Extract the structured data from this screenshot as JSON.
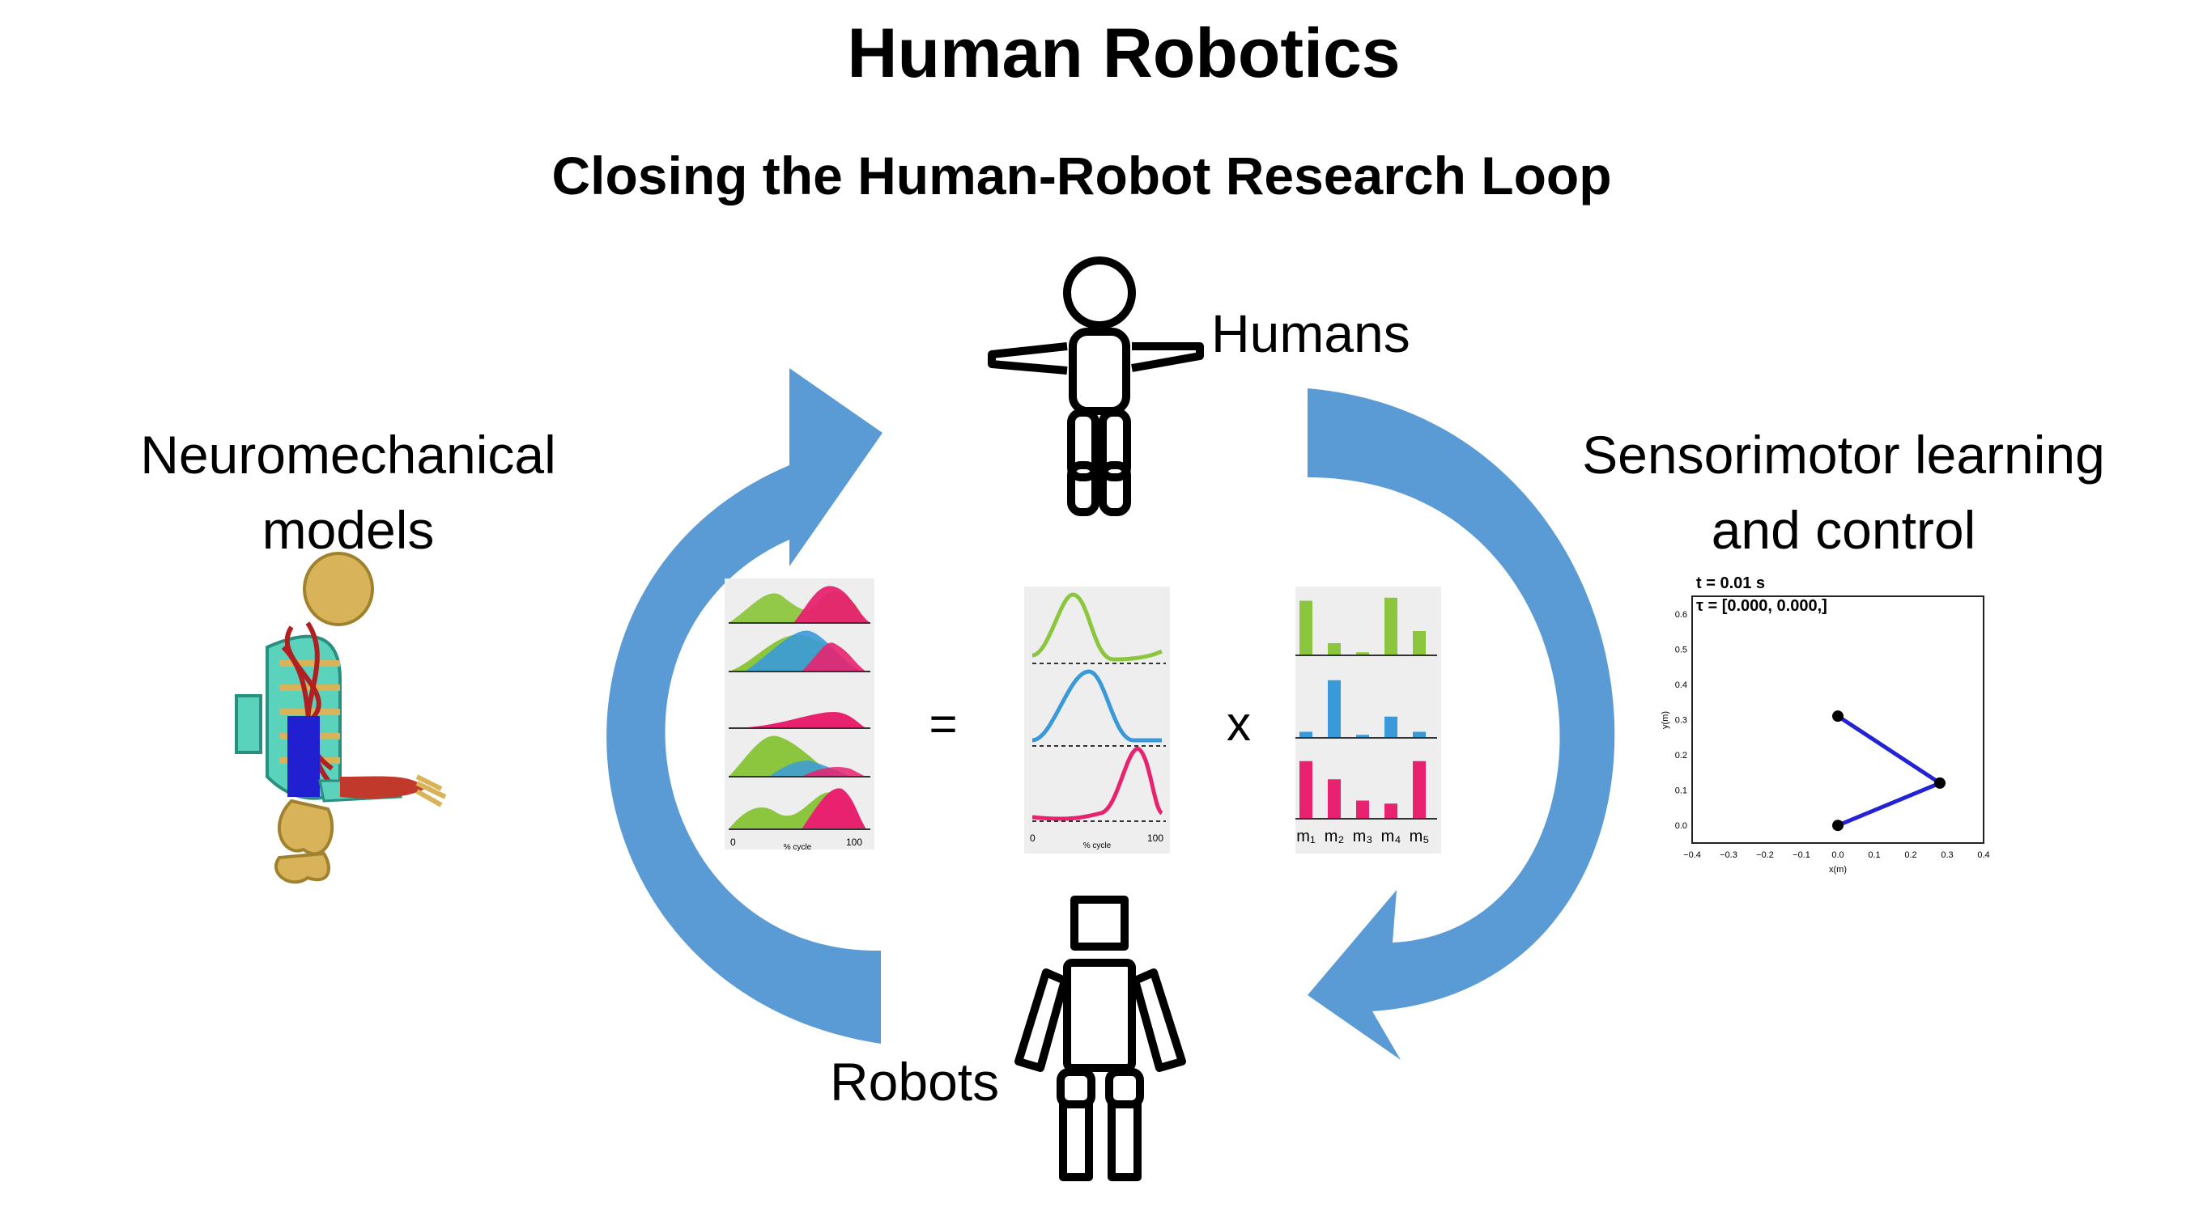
{
  "title": "Human Robotics",
  "subtitle": "Closing the Human-Robot Research Loop",
  "labels": {
    "humans": "Humans",
    "robots": "Robots",
    "neuro_line1": "Neuromechanical",
    "neuro_line2": "models",
    "sensori_line1": "Sensorimotor learning",
    "sensori_line2": "and control"
  },
  "equation": {
    "equals": "=",
    "times": "x"
  },
  "colors": {
    "arrow": "#5b9bd5",
    "green": "#8cc63f",
    "blue": "#3a9ad9",
    "magenta": "#e8226f",
    "link": "#2323d6"
  },
  "synergy_plot": {
    "xticks": [
      "0",
      "% cycle",
      "100"
    ]
  },
  "bar_plot": {
    "muscles": [
      "m₁",
      "m₂",
      "m₃",
      "m₄",
      "m₅"
    ],
    "green_weights": [
      0.9,
      0.2,
      0.05,
      0.95,
      0.4
    ],
    "blue_weights": [
      0.1,
      0.95,
      0.05,
      0.35,
      0.1
    ],
    "magenta_weights": [
      0.95,
      0.65,
      0.3,
      0.25,
      0.95
    ]
  },
  "arm_plot": {
    "time_label": "t = 0.01 s",
    "torque_label": "τ = [0.000, 0.000,]",
    "xlabel": "x(m)",
    "ylabel": "y(m)",
    "xticks": [
      "−0.4",
      "−0.3",
      "−0.2",
      "−0.1",
      "0.0",
      "0.1",
      "0.2",
      "0.3",
      "0.4"
    ],
    "yticks": [
      "0.0",
      "0.1",
      "0.2",
      "0.3",
      "0.4",
      "0.5",
      "0.6"
    ],
    "xlim": [
      -0.4,
      0.4
    ],
    "ylim": [
      -0.05,
      0.65
    ],
    "joints": [
      [
        0.0,
        0.0
      ],
      [
        0.28,
        0.12
      ],
      [
        0.0,
        0.31
      ]
    ]
  }
}
